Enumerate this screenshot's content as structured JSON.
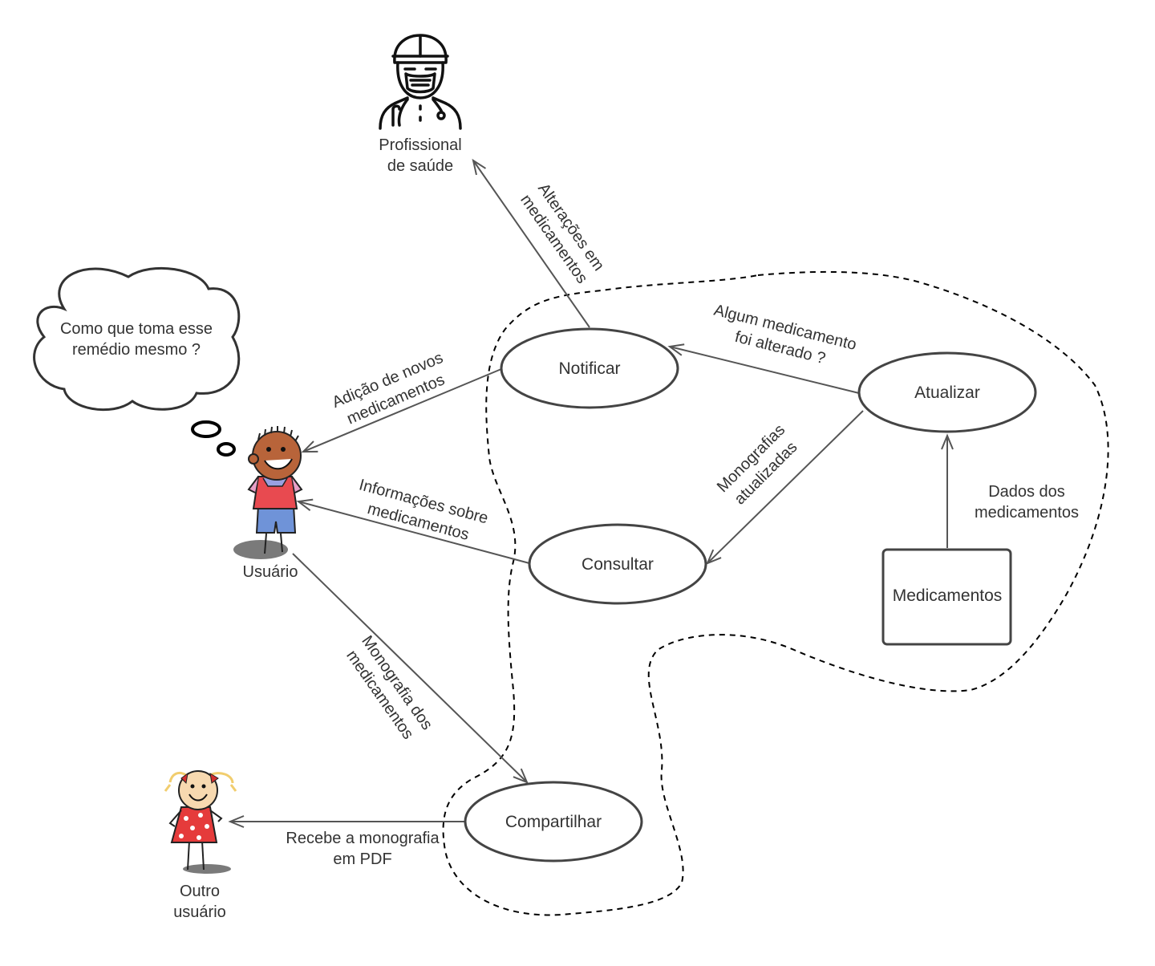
{
  "actors": {
    "health_professional": {
      "line1": "Profissional",
      "line2": "de saúde"
    },
    "user": {
      "label": "Usuário"
    },
    "other_user": {
      "line1": "Outro",
      "line2": "usuário"
    }
  },
  "thought": {
    "line1": "Como que toma esse",
    "line2": "remédio mesmo ?"
  },
  "processes": {
    "notify": "Notificar",
    "update": "Atualizar",
    "consult": "Consultar",
    "share": "Compartilhar"
  },
  "datastore": {
    "label": "Medicamentos"
  },
  "flows": {
    "changes": {
      "line1": "Alterações em",
      "line2": "medicamentos"
    },
    "new_meds": {
      "line1": "Adição de novos",
      "line2": "medicamentos"
    },
    "altered": {
      "line1": "Algum medicamento",
      "line2": "foi alterado ?"
    },
    "monographs_updated": {
      "line1": "Monografias",
      "line2": "atualizadas"
    },
    "info": {
      "line1": "Informações sobre",
      "line2": "medicamentos"
    },
    "med_data": {
      "line1": "Dados dos",
      "line2": "medicamentos"
    },
    "monograph": {
      "line1": "Monografia dos",
      "line2": "medicamentos"
    },
    "pdf": {
      "line1": "Recebe a monografia",
      "line2": "em PDF"
    }
  },
  "colors": {
    "line": "#555555",
    "text": "#333333",
    "boy_skin": "#b8643a",
    "boy_shirt": "#e84a50",
    "boy_shorts": "#6f93d8",
    "girl_dress": "#e53b3b",
    "girl_hair": "#f1cd6e",
    "shadow": "#7a7a7a"
  }
}
